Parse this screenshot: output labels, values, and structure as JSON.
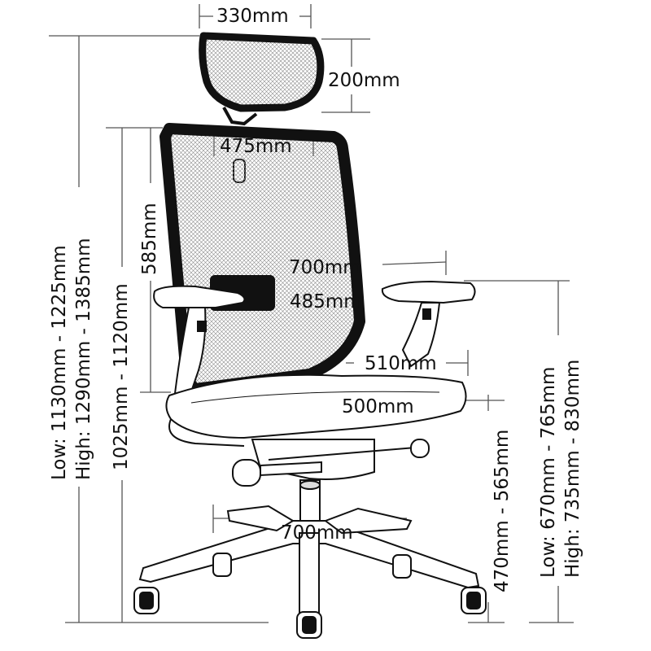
{
  "colors": {
    "ink": "#111111",
    "line": "#555555",
    "mesh": "#8a8a8a"
  },
  "dimensions": {
    "headrest_width": "330mm",
    "headrest_height": "200mm",
    "back_width": "475mm",
    "back_height": "585mm",
    "armrest_span": "700mm",
    "inner_arm_width": "485mm",
    "seat_width": "510mm",
    "seat_depth": "500mm",
    "base_diameter": "700mm",
    "seat_height": "470mm - 565mm",
    "overall_height_low": "Low: 1130mm - 1225mm",
    "overall_height_high": "High: 1290mm - 1385mm",
    "height_without_headrest": "1025mm - 1120mm",
    "arm_height_low": "Low: 670mm - 765mm",
    "arm_height_high": "High: 735mm - 830mm"
  }
}
